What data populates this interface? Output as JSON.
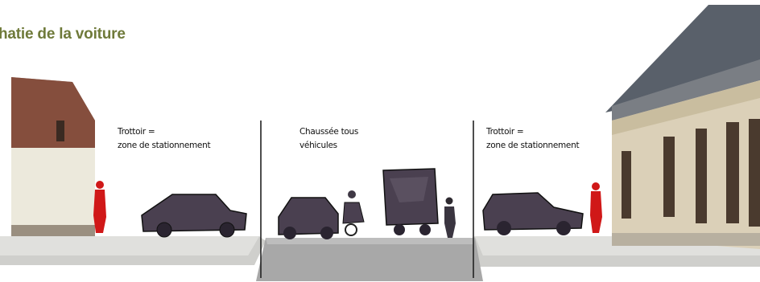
{
  "title": "hatie de la voiture",
  "zones": [
    {
      "line1": "Trottoir =",
      "line2": "zone de stationnement"
    },
    {
      "line1": "Chaussée tous",
      "line2": "véhicules"
    },
    {
      "line1": "Trottoir =",
      "line2": "zone de stationnement"
    }
  ],
  "colors": {
    "title": "#6f7a3a",
    "vehicle_fill": "#4a4050",
    "pedestrian_red": "#d01818",
    "road": "#a9a9a9",
    "sidewalk": "#dededb",
    "divider": "#222222"
  }
}
